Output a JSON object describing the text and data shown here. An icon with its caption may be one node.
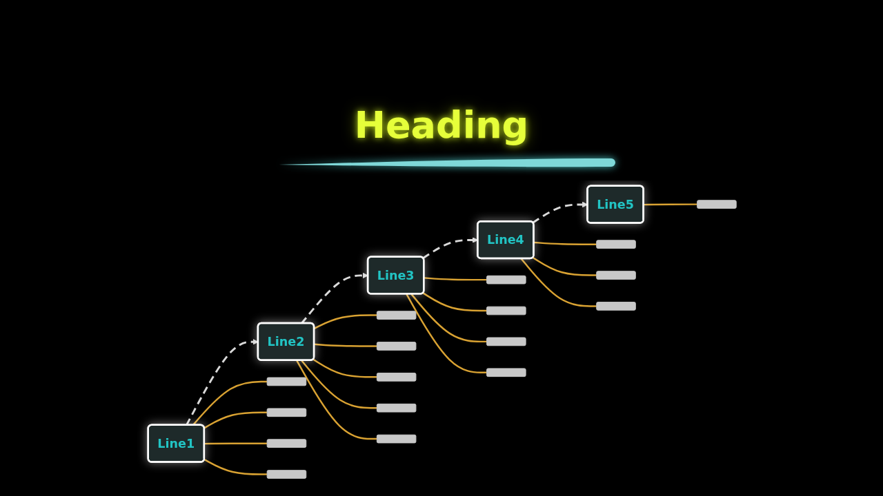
{
  "diagram": {
    "title": "Heading",
    "nodes": [
      {
        "text": [
          "Line1"
        ]
      },
      {
        "text": [
          "Line2"
        ]
      },
      {
        "text": [
          "Line3"
        ]
      },
      {
        "text": [
          "Line4"
        ]
      },
      {
        "text": [
          "Line5"
        ]
      },
      {
        "text": [],
        "shape": "bar"
      },
      {
        "text": [],
        "shape": "bar"
      },
      {
        "text": [],
        "shape": "bar"
      },
      {
        "text": [],
        "shape": "bar"
      },
      {
        "text": [],
        "shape": "bar"
      },
      {
        "text": [],
        "shape": "bar"
      },
      {
        "text": [],
        "shape": "bar"
      },
      {
        "text": [],
        "shape": "bar"
      },
      {
        "text": [],
        "shape": "bar"
      },
      {
        "text": [],
        "shape": "bar"
      },
      {
        "text": [],
        "shape": "bar"
      },
      {
        "text": [],
        "shape": "bar"
      },
      {
        "text": [],
        "shape": "bar"
      },
      {
        "text": [],
        "shape": "bar"
      },
      {
        "text": [],
        "shape": "bar"
      },
      {
        "text": [],
        "shape": "bar"
      },
      {
        "text": [],
        "shape": "bar"
      }
    ],
    "edges": [
      {
        "from": 0,
        "to": 1,
        "arrow": "to",
        "style": "dashed",
        "color": "#d9d9d9"
      },
      {
        "from": 1,
        "to": 2,
        "arrow": "to",
        "style": "dashed",
        "color": "#d9d9d9"
      },
      {
        "from": 2,
        "to": 3,
        "arrow": "to",
        "style": "dashed",
        "color": "#d9d9d9"
      },
      {
        "from": 3,
        "to": 4,
        "arrow": "to",
        "style": "dashed",
        "color": "#d9d9d9"
      },
      {
        "from": 0,
        "to": 5,
        "arrow": "none"
      },
      {
        "from": 0,
        "to": 6,
        "arrow": "none"
      },
      {
        "from": 0,
        "to": 7,
        "arrow": "none"
      },
      {
        "from": 0,
        "to": 8,
        "arrow": "none"
      },
      {
        "from": 1,
        "to": 9,
        "arrow": "none"
      },
      {
        "from": 1,
        "to": 10,
        "arrow": "none"
      },
      {
        "from": 1,
        "to": 11,
        "arrow": "none"
      },
      {
        "from": 1,
        "to": 12,
        "arrow": "none"
      },
      {
        "from": 1,
        "to": 13,
        "arrow": "none"
      },
      {
        "from": 2,
        "to": 14,
        "arrow": "none"
      },
      {
        "from": 2,
        "to": 15,
        "arrow": "none"
      },
      {
        "from": 2,
        "to": 16,
        "arrow": "none"
      },
      {
        "from": 2,
        "to": 17,
        "arrow": "none"
      },
      {
        "from": 3,
        "to": 18,
        "arrow": "none"
      },
      {
        "from": 3,
        "to": 19,
        "arrow": "none"
      },
      {
        "from": 3,
        "to": 20,
        "arrow": "none"
      },
      {
        "from": 4,
        "to": 21,
        "arrow": "none"
      }
    ]
  }
}
